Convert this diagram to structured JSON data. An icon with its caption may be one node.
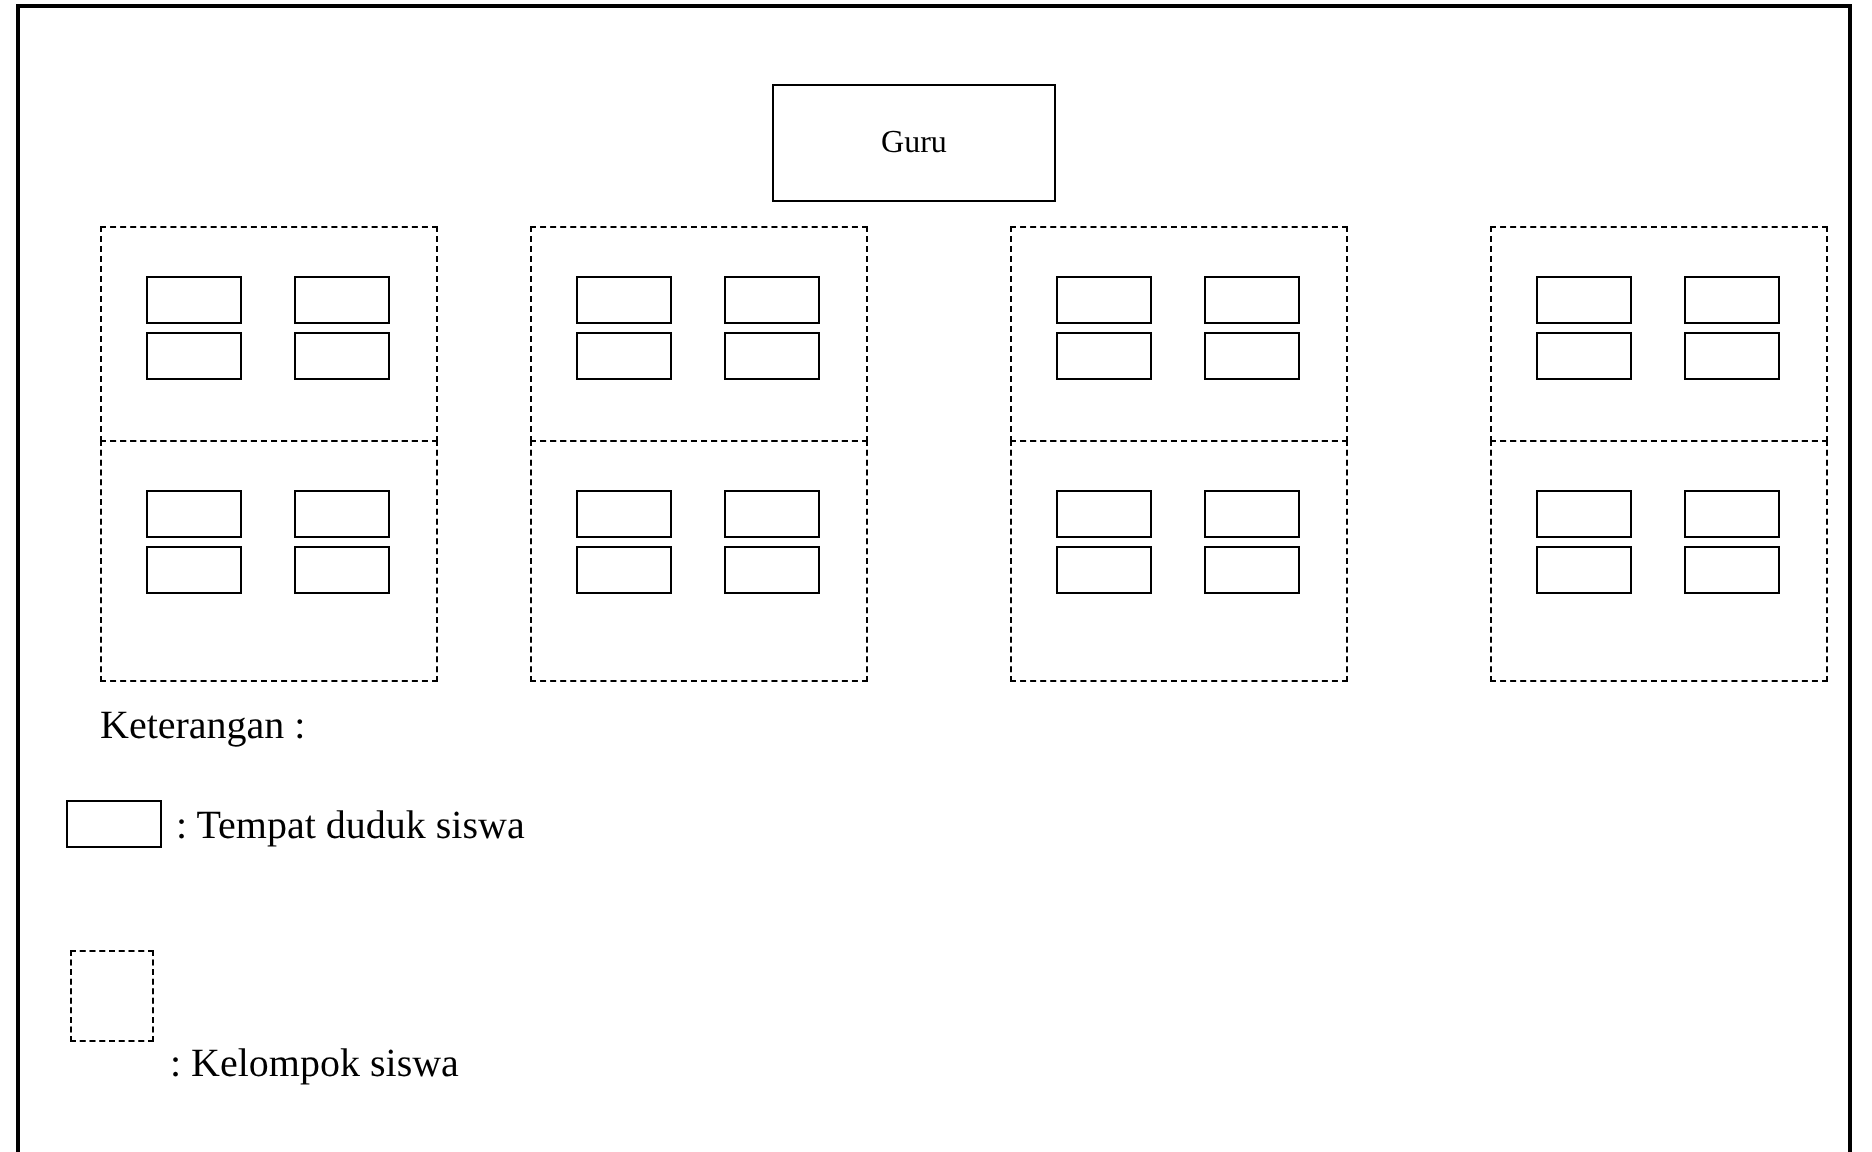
{
  "diagram": {
    "nodes": [
      {
        "text": [
          "Guru"
        ]
      },
      {
        "text": [],
        "shape": "box"
      },
      {
        "text": [],
        "shape": "box"
      },
      {
        "text": [],
        "shape": "box"
      },
      {
        "text": [],
        "shape": "box"
      },
      {
        "text": [],
        "shape": "box"
      },
      {
        "text": [],
        "shape": "box"
      },
      {
        "text": [],
        "shape": "box"
      },
      {
        "text": [],
        "shape": "box"
      },
      {
        "text": [],
        "shape": "box",
        "in": 1
      },
      {
        "text": [],
        "shape": "box",
        "in": 1
      },
      {
        "text": [],
        "shape": "box",
        "in": 1
      },
      {
        "text": [],
        "shape": "box",
        "in": 1
      },
      {
        "text": [],
        "shape": "box",
        "in": 2
      },
      {
        "text": [],
        "shape": "box",
        "in": 2
      },
      {
        "text": [],
        "shape": "box",
        "in": 2
      },
      {
        "text": [],
        "shape": "box",
        "in": 2
      },
      {
        "text": [],
        "shape": "box",
        "in": 3
      },
      {
        "text": [],
        "shape": "box",
        "in": 3
      },
      {
        "text": [],
        "shape": "box",
        "in": 3
      },
      {
        "text": [],
        "shape": "box",
        "in": 3
      },
      {
        "text": [],
        "shape": "box",
        "in": 4
      },
      {
        "text": [],
        "shape": "box",
        "in": 4
      },
      {
        "text": [],
        "shape": "box",
        "in": 4
      },
      {
        "text": [],
        "shape": "box",
        "in": 4
      },
      {
        "text": [],
        "shape": "box",
        "in": 5
      },
      {
        "text": [],
        "shape": "box",
        "in": 5
      },
      {
        "text": [],
        "shape": "box",
        "in": 5
      },
      {
        "text": [],
        "shape": "box",
        "in": 5
      },
      {
        "text": [],
        "shape": "box",
        "in": 6
      },
      {
        "text": [],
        "shape": "box",
        "in": 6
      },
      {
        "text": [],
        "shape": "box",
        "in": 6
      },
      {
        "text": [],
        "shape": "box",
        "in": 6
      },
      {
        "text": [],
        "shape": "box",
        "in": 7
      },
      {
        "text": [],
        "shape": "box",
        "in": 7
      },
      {
        "text": [],
        "shape": "box",
        "in": 7
      },
      {
        "text": [],
        "shape": "box",
        "in": 7
      },
      {
        "text": [],
        "shape": "box",
        "in": 8
      },
      {
        "text": [],
        "shape": "box",
        "in": 8
      },
      {
        "text": [],
        "shape": "box",
        "in": 8
      },
      {
        "text": [],
        "shape": "box",
        "in": 8
      }
    ],
    "labels": [
      "Keterangan :"
    ],
    "legend": [
      {
        "text": ": Tempat duduk siswa"
      },
      {
        "text": ": Kelompok siswa"
      }
    ]
  }
}
